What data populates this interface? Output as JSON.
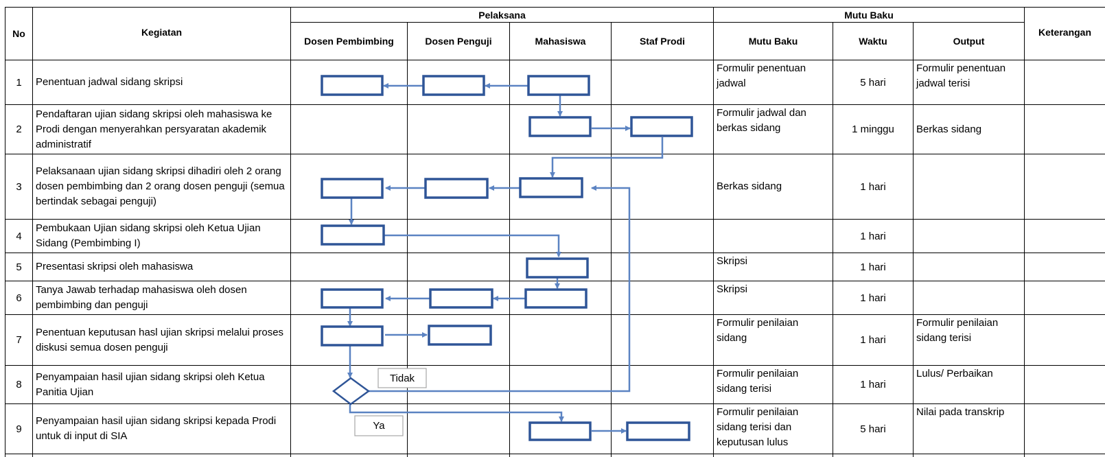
{
  "header": {
    "no": "No",
    "kegiatan": "Kegiatan",
    "pelaksana": "Pelaksana",
    "dosen_pembimbing": "Dosen Pembimbing",
    "dosen_penguji": "Dosen Penguji",
    "mahasiswa": "Mahasiswa",
    "staf_prodi": "Staf Prodi",
    "mutu_baku_group": "Mutu Baku",
    "mutu_baku": "Mutu Baku",
    "waktu": "Waktu",
    "output": "Output",
    "keterangan": "Keterangan"
  },
  "rows": [
    {
      "no": "1",
      "kegiatan": "Penentuan jadwal sidang skripsi",
      "mutu_baku": "Formulir penentuan jadwal",
      "waktu": "5 hari",
      "output": "Formulir penentuan jadwal terisi",
      "keterangan": ""
    },
    {
      "no": "2",
      "kegiatan": "Pendaftaran ujian sidang skripsi oleh mahasiswa ke Prodi dengan menyerahkan persyaratan akademik administratif",
      "mutu_baku": "Formulir jadwal dan berkas sidang",
      "waktu": "1 minggu",
      "output": "Berkas sidang",
      "keterangan": ""
    },
    {
      "no": "3",
      "kegiatan": "Pelaksanaan ujian sidang skripsi dihadiri oleh 2 orang dosen pembimbing dan 2 orang  dosen penguji (semua bertindak sebagai penguji)",
      "mutu_baku": "Berkas sidang",
      "waktu": "1 hari",
      "output": "",
      "keterangan": ""
    },
    {
      "no": "4",
      "kegiatan": "Pembukaan Ujian sidang skripsi oleh Ketua Ujian Sidang (Pembimbing I)",
      "mutu_baku": "",
      "waktu": "1 hari",
      "output": "",
      "keterangan": ""
    },
    {
      "no": "5",
      "kegiatan": "Presentasi skripsi oleh mahasiswa",
      "mutu_baku": "Skripsi",
      "waktu": "1 hari",
      "output": "",
      "keterangan": ""
    },
    {
      "no": "6",
      "kegiatan": "Tanya Jawab terhadap mahasiswa oleh dosen pembimbing dan penguji",
      "mutu_baku": "Skripsi",
      "waktu": "1 hari",
      "output": "",
      "keterangan": ""
    },
    {
      "no": "7",
      "kegiatan": "Penentuan keputusan hasl ujian skripsi melalui proses diskusi semua dosen penguji",
      "mutu_baku": "Formulir penilaian sidang",
      "waktu": "1 hari",
      "output": "Formulir penilaian sidang terisi",
      "keterangan": ""
    },
    {
      "no": "8",
      "kegiatan": "Penyampaian hasil ujian sidang skripsi oleh Ketua Panitia Ujian",
      "mutu_baku": "Formulir penilaian sidang terisi",
      "waktu": "1 hari",
      "output": "Lulus/ Perbaikan",
      "keterangan": ""
    },
    {
      "no": "9",
      "kegiatan": "Penyampaian hasil ujian sidang skripsi kepada Prodi untuk di input di SIA",
      "mutu_baku": "Formulir penilaian sidang terisi dan keputusan lulus",
      "waktu": "5 hari",
      "output": "Nilai pada transkrip",
      "keterangan": ""
    }
  ],
  "flow": {
    "decision_no_label": "Tidak",
    "decision_yes_label": "Ya"
  },
  "colors": {
    "process_box_stroke": "#2f5597",
    "connector": "#5b83c2",
    "grid": "#000000",
    "label_box_border": "#a6a6a6"
  }
}
